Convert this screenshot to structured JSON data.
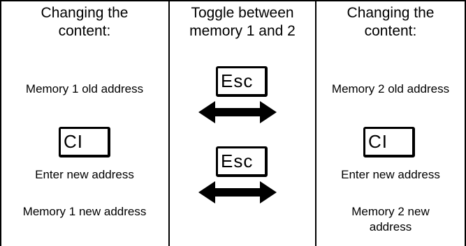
{
  "columns": [
    {
      "heading": [
        "Changing the",
        "content:"
      ],
      "old_address": "Memory 1 old address",
      "key_label": "CI",
      "enter_text": "Enter new address",
      "new_address": [
        "Memory 1 new address"
      ]
    },
    {
      "heading": [
        "Toggle between",
        "memory 1 and 2"
      ],
      "key_label_1": "Esc",
      "key_label_2": "Esc"
    },
    {
      "heading": [
        "Changing the",
        "content:"
      ],
      "old_address": "Memory 2 old address",
      "key_label": "CI",
      "enter_text": "Enter new address",
      "new_address": [
        "Memory 2 new",
        "address"
      ]
    }
  ],
  "icons": {
    "clear_key": "clear-key-icon",
    "escape_key": "escape-key-icon",
    "toggle_arrow": "double-headed-arrow-icon"
  }
}
